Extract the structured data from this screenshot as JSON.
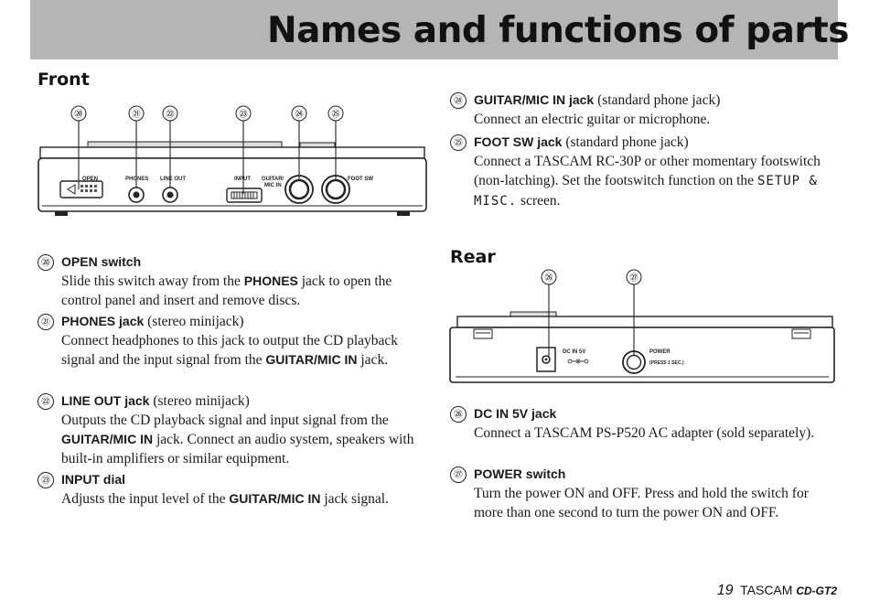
{
  "header": {
    "title": "Names and functions of parts"
  },
  "front": {
    "section_title": "Front",
    "callouts": [
      "⑳",
      "㉑",
      "㉒",
      "㉓",
      "㉔",
      "㉕"
    ],
    "panel_labels": {
      "open": "OPEN",
      "phones": "PHONES",
      "line_out": "LINE OUT",
      "input": "INPUT",
      "guitar_mic_in_1": "GUITAR/",
      "guitar_mic_in_2": "MIC IN",
      "foot_sw": "FOOT SW"
    },
    "items": [
      {
        "num": "⑳",
        "name": "OPEN switch",
        "suffix": "",
        "desc": [
          "Slide this switch away from the ",
          {
            "b": "PHONES"
          },
          " jack to open the control panel and insert and remove discs."
        ]
      },
      {
        "num": "㉑",
        "name": "PHONES jack",
        "suffix": " (stereo minijack)",
        "desc": [
          "Connect headphones to this jack to output the CD playback signal and the input signal from the ",
          {
            "b": "GUITAR/MIC IN"
          },
          " jack."
        ]
      },
      {
        "num": "㉒",
        "name": "LINE OUT jack",
        "suffix": " (stereo minijack)",
        "desc": [
          "Outputs the CD playback signal and input signal from the ",
          {
            "b": "GUITAR/MIC IN"
          },
          " jack. Connect an audio system, speakers with built-in amplifiers or similar equipment."
        ]
      },
      {
        "num": "㉓",
        "name": "INPUT dial",
        "suffix": "",
        "desc": [
          "Adjusts the input level of the ",
          {
            "b": "GUITAR/MIC IN"
          },
          " jack signal."
        ]
      }
    ]
  },
  "right_items": [
    {
      "num": "㉔",
      "name": "GUITAR/MIC IN jack",
      "suffix": " (standard phone jack)",
      "desc": [
        "Connect an electric guitar or microphone."
      ]
    },
    {
      "num": "㉕",
      "name": "FOOT SW jack",
      "suffix": " (standard phone jack)",
      "desc": [
        "Connect a TASCAM RC-30P or other momentary footswitch (non-latching). Set the footswitch function on the ",
        {
          "m": "SETUP & MISC."
        },
        " screen."
      ]
    }
  ],
  "rear": {
    "section_title": "Rear",
    "callouts": [
      "㉖",
      "㉗"
    ],
    "panel_labels": {
      "dc_in": "DC IN 5V",
      "power": "POWER",
      "press": "(PRESS 1 SEC.)"
    },
    "items": [
      {
        "num": "㉖",
        "name": "DC IN 5V jack",
        "suffix": "",
        "desc": [
          "Connect a TASCAM PS-P520 AC adapter (sold separately)."
        ]
      },
      {
        "num": "㉗",
        "name": "POWER switch",
        "suffix": "",
        "desc": [
          "Turn the power ON and OFF. Press and hold the switch for more than one second to turn the power ON and OFF."
        ]
      }
    ]
  },
  "footer": {
    "page_number": "19",
    "brand": "TASCAM",
    "model": "CD-GT2"
  }
}
